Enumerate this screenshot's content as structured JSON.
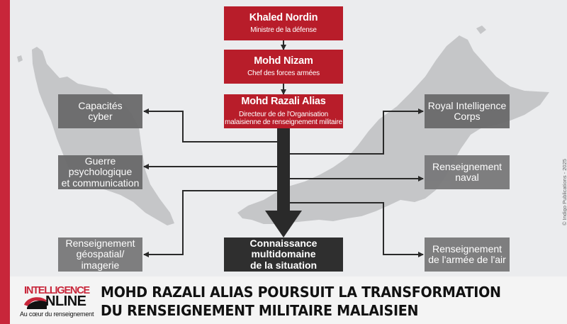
{
  "hierarchy": [
    {
      "name": "Khaled Nordin",
      "role": "Ministre de la défense"
    },
    {
      "name": "Mohd Nizam",
      "role": "Chef des forces armées"
    },
    {
      "name": "Mohd Razali Alias",
      "role_line1": "Directeur de de l'Organisation",
      "role_line2": "malaisienne de renseignement militaire"
    }
  ],
  "left_units": [
    {
      "line1": "Capacités",
      "line2": "cyber"
    },
    {
      "line1": "Guerre",
      "line2": "psychologique",
      "line3": "et communication"
    },
    {
      "line1": "Renseignement",
      "line2": "géospatial/",
      "line3": "imagerie"
    }
  ],
  "right_units": [
    {
      "line1": "Royal Intelligence",
      "line2": "Corps"
    },
    {
      "line1": "Renseignement",
      "line2": "naval"
    },
    {
      "line1": "Renseignement",
      "line2": "de l'armée de l'air"
    }
  ],
  "outcome": {
    "line1": "Connaissance",
    "line2": "multidomaine",
    "line3": "de la situation"
  },
  "footer": {
    "logo_top": "INTELLIGENCE",
    "logo_bottom": "NLINE",
    "logo_tagline": "Au cœur du renseignement",
    "headline_line1": "MOHD RAZALI ALIAS POURSUIT LA TRANSFORMATION",
    "headline_line2": "DU RENSEIGNEMENT MILITAIRE MALAISIEN"
  },
  "copyright": "© Indigo Publications - 2025",
  "colors": {
    "brand_red": "#c8263a",
    "box_red": "#b81d2a",
    "box_grey": "#6b6b6c",
    "box_dark": "#2f2f2f",
    "map_grey": "#c5c6c8",
    "background": "#ebecee"
  }
}
